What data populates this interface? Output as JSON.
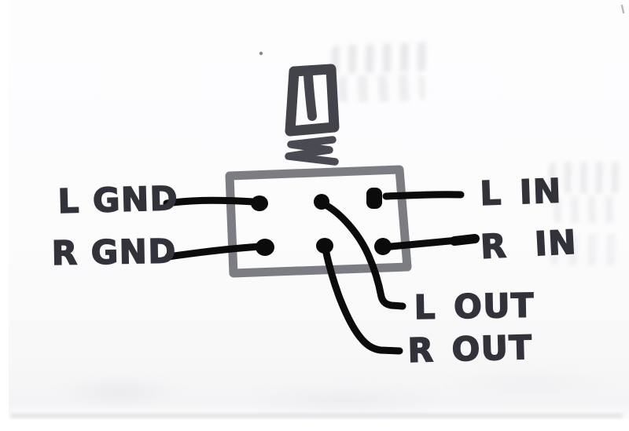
{
  "diagram": {
    "component": "stereo-potentiometer-pinout",
    "labels": {
      "l_gnd": "L GND",
      "r_gnd": "R GND",
      "l_in": "L IN",
      "r_in": "R IN",
      "l_out": "L OUT",
      "r_out": "R OUT"
    },
    "pins": [
      {
        "id": "l_gnd",
        "position": "top-left",
        "label": "L GND"
      },
      {
        "id": "l_out",
        "position": "top-middle",
        "label": "L OUT"
      },
      {
        "id": "l_in",
        "position": "top-right",
        "label": "L IN"
      },
      {
        "id": "r_gnd",
        "position": "bottom-left",
        "label": "R GND"
      },
      {
        "id": "r_out",
        "position": "bottom-middle",
        "label": "R OUT"
      },
      {
        "id": "r_in",
        "position": "bottom-right",
        "label": "R IN"
      }
    ],
    "colors": {
      "ink_black": "#0b0b0b",
      "marker_charcoal": "#43434b",
      "label_ink": "#32323a",
      "body_gray": "#7c7c83",
      "paper": "#fcfcfd"
    }
  }
}
